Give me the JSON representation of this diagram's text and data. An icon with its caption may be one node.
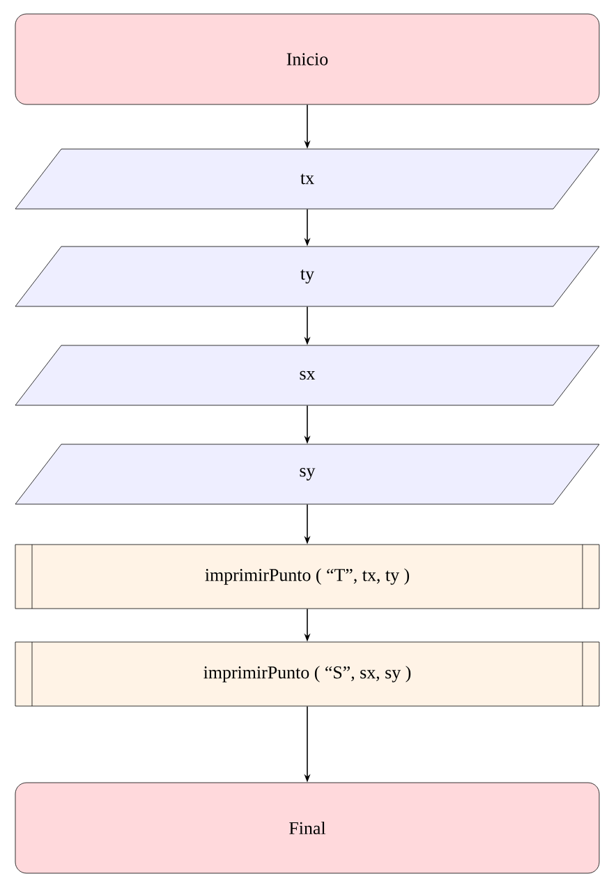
{
  "diagram": {
    "nodes": [
      {
        "text": [
          "Inicio"
        ]
      },
      {
        "text": [
          "tx"
        ]
      },
      {
        "text": [
          "ty"
        ]
      },
      {
        "text": [
          "sx"
        ]
      },
      {
        "text": [
          "sy"
        ]
      },
      {
        "text": [
          "imprimirPunto ( “T”, tx, ty )"
        ]
      },
      {
        "text": [
          "imprimirPunto ( “S”, sx, sy )"
        ]
      },
      {
        "text": [
          "Final"
        ]
      }
    ],
    "edges": [
      {
        "from": 0,
        "to": 1,
        "arrow": "to"
      },
      {
        "from": 1,
        "to": 2,
        "arrow": "to"
      },
      {
        "from": 2,
        "to": 3,
        "arrow": "to"
      },
      {
        "from": 3,
        "to": 4,
        "arrow": "to"
      },
      {
        "from": 4,
        "to": 5,
        "arrow": "to"
      },
      {
        "from": 5,
        "to": 6,
        "arrow": "to"
      },
      {
        "from": 6,
        "to": 7,
        "arrow": "to"
      }
    ]
  }
}
